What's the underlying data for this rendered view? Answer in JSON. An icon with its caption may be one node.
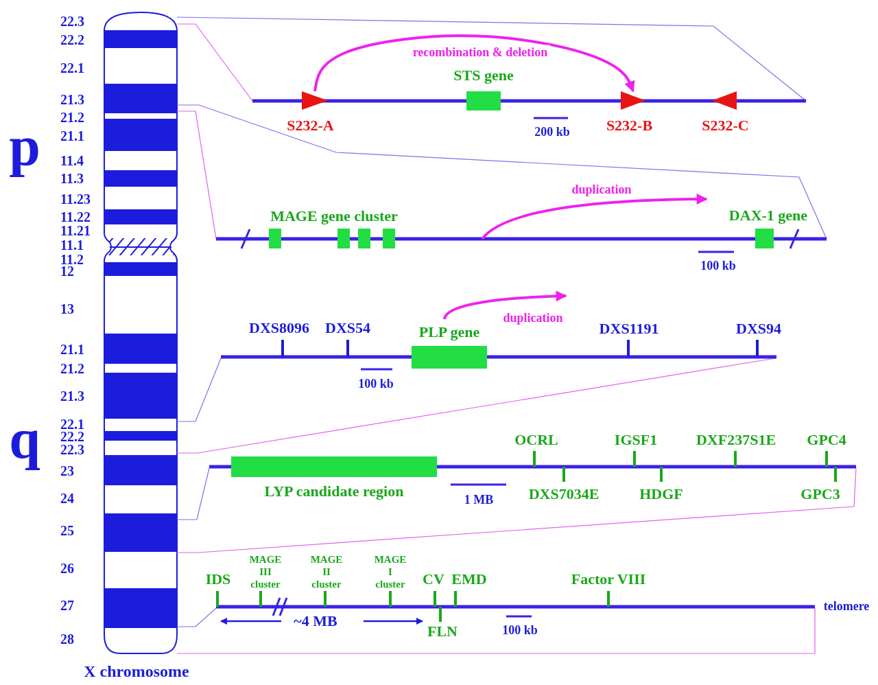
{
  "diagram": {
    "caption": "X chromosome",
    "nodes": [
      {
        "text": [
          "STS gene"
        ]
      },
      {
        "text": [
          "S232-A"
        ]
      },
      {
        "text": [
          "S232-B"
        ]
      },
      {
        "text": [
          "S232-C"
        ]
      },
      {
        "text": [],
        "shape": "box"
      },
      {
        "text": [],
        "shape": "box"
      },
      {
        "text": [],
        "shape": "box"
      },
      {
        "text": [],
        "shape": "box"
      },
      {
        "text": [
          "DAX-1 gene"
        ]
      },
      {
        "text": [
          "PLP gene"
        ]
      },
      {
        "text": [
          "LYP candidate region"
        ]
      }
    ],
    "edges": [
      {
        "from": 1,
        "to": 2,
        "arrow": "to",
        "label": "recombination & deletion"
      }
    ],
    "labels": [
      "p",
      "22.3",
      "22.2",
      "22.1",
      "21.3",
      "21.2",
      "21.1",
      "11.4",
      "11.3",
      "11.23",
      "11.22",
      "11.21",
      "11.1",
      "11.2",
      "12",
      "13",
      "21.1",
      "21.2",
      "21.3",
      "22.1",
      "22.2",
      "22.3",
      "23",
      "24",
      "25",
      "26",
      "27",
      "28",
      "q",
      "200 kb",
      "duplication",
      "MAGE gene cluster",
      "100 kb",
      "DXS8096",
      "DXS54",
      "duplication",
      "DXS1191",
      "DXS94",
      "100 kb",
      "OCRL",
      "IGSF1",
      "DXF237S1E",
      "GPC4",
      "1 MB",
      "DXS7034E",
      "HDGF",
      "GPC3",
      "MAGE III cluster",
      "MAGE II cluster",
      "MAGE I cluster",
      "IDS",
      "CV",
      "EMD",
      "Factor VIII",
      "telomere",
      "~4 MB",
      "FLN",
      "100 kb"
    ]
  }
}
